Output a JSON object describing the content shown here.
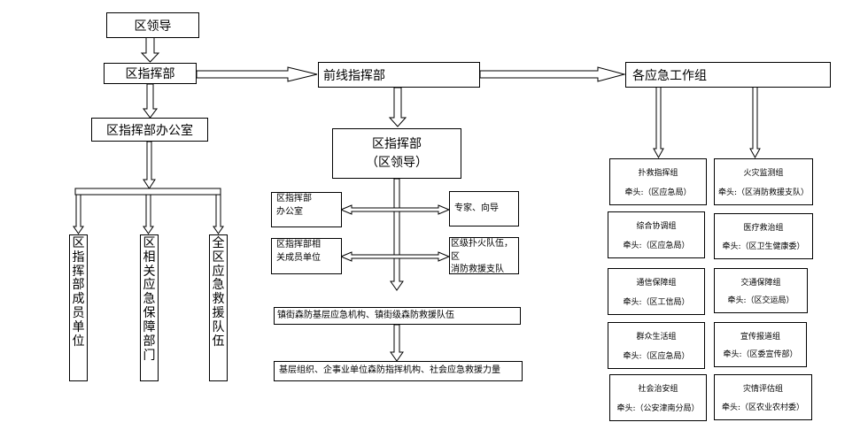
{
  "top_leader": "区领导",
  "district_hq": "区指挥部",
  "district_office": "区指挥部办公室",
  "left_columns": [
    {
      "chars": [
        "区",
        "指",
        "挥",
        "部",
        "成",
        "员",
        "单",
        "位"
      ]
    },
    {
      "chars": [
        "区",
        "相",
        "关",
        "应",
        "急",
        "保",
        "障",
        "部",
        "门"
      ]
    },
    {
      "chars": [
        "全",
        "区",
        "应",
        "急",
        "救",
        "援",
        "队",
        "伍"
      ]
    }
  ],
  "front_hq": "前线指挥部",
  "front_inner": {
    "line1": "区指挥部",
    "line2": "（区领导）"
  },
  "middle_side": {
    "office": {
      "line1": "区指挥部",
      "line2": "办公室"
    },
    "experts": "专家、向导",
    "member_units": {
      "line1": "区指挥部相",
      "line2": "关成员单位"
    },
    "fire_teams": {
      "line1": "区级扑火队伍，区",
      "line2": "消防救援支队"
    }
  },
  "town_level": "镇街森防基层应急机构、镇街级森防救援队伍",
  "grassroots": "基层组织、企事业单位森防指挥机构、社会应急救援力量",
  "work_groups_title": "各应急工作组",
  "groups": [
    {
      "name": "扑救指挥组",
      "lead": "牵头:（区应急局）"
    },
    {
      "name": "火灾监测组",
      "lead": "牵头:（区消防救援支队）"
    },
    {
      "name": "综合协调组",
      "lead": "牵头:（区应急局）"
    },
    {
      "name": "医疗救治组",
      "lead": "牵头:（区卫生健康委）"
    },
    {
      "name": "通信保障组",
      "lead": "牵头:（区工信局）"
    },
    {
      "name": "交通保障组",
      "lead": "牵头:（区交运局）"
    },
    {
      "name": "群众生活组",
      "lead": "牵头:（区应急局）"
    },
    {
      "name": "宣传报道组",
      "lead": "牵头:（区委宣传部）"
    },
    {
      "name": "社会治安组",
      "lead": "牵头:（公安津南分局）"
    },
    {
      "name": "灾情评估组",
      "lead": "牵头:（区农业农村委）"
    }
  ]
}
